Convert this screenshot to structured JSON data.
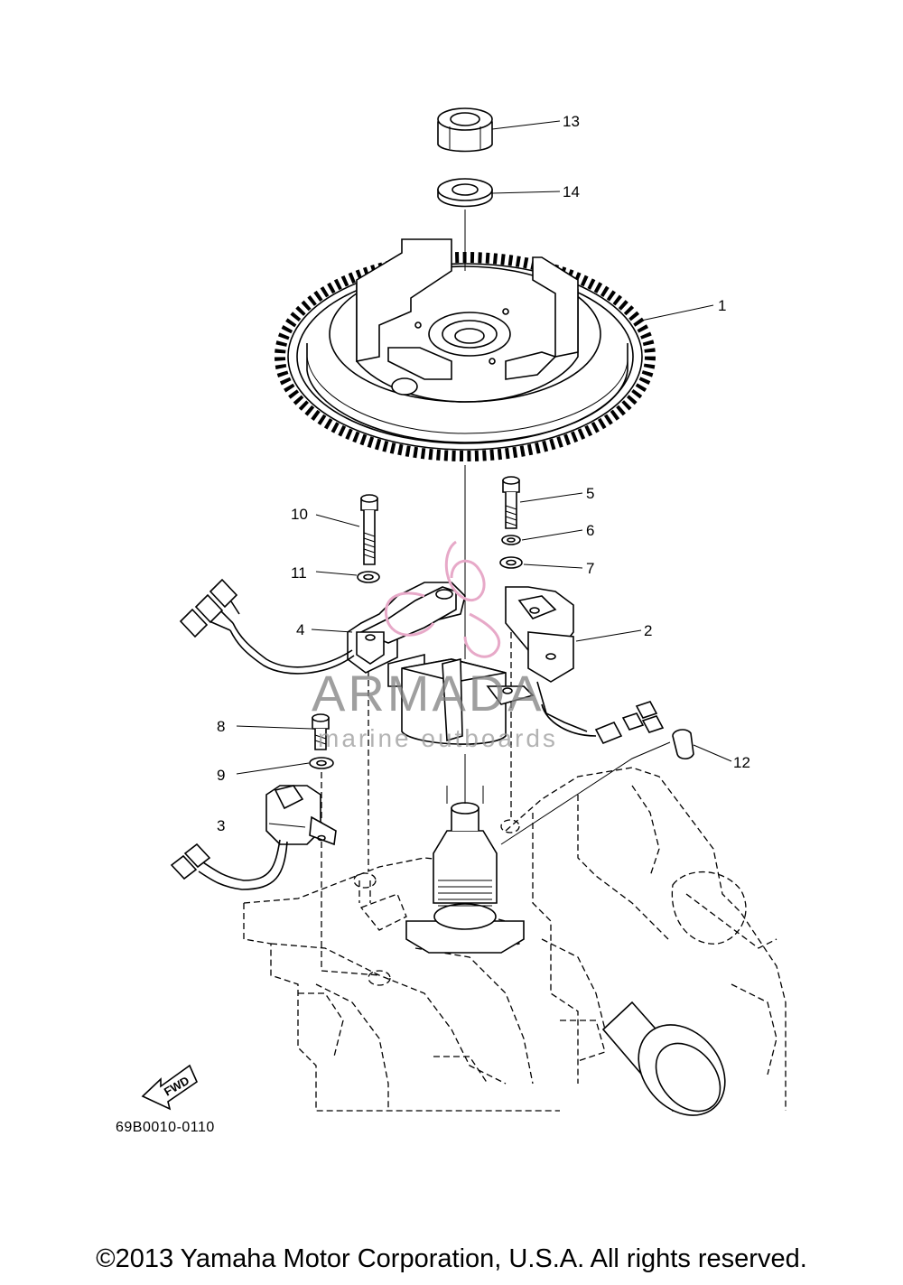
{
  "diagram": {
    "part_number": "69B0010-0110",
    "copyright": "©2013 Yamaha Motor Corporation, U.S.A. All rights reserved.",
    "direction_label": "FWD",
    "callouts": [
      {
        "id": "1",
        "label": "1"
      },
      {
        "id": "2",
        "label": "2"
      },
      {
        "id": "3",
        "label": "3"
      },
      {
        "id": "4",
        "label": "4"
      },
      {
        "id": "5",
        "label": "5"
      },
      {
        "id": "6",
        "label": "6"
      },
      {
        "id": "7",
        "label": "7"
      },
      {
        "id": "8",
        "label": "8"
      },
      {
        "id": "9",
        "label": "9"
      },
      {
        "id": "10",
        "label": "10"
      },
      {
        "id": "11",
        "label": "11"
      },
      {
        "id": "12",
        "label": "12"
      },
      {
        "id": "13",
        "label": "13"
      },
      {
        "id": "14",
        "label": "14"
      }
    ]
  },
  "watermark": {
    "title": "ARMADA",
    "subtitle": "marine outboards",
    "color": "#e7a9c8"
  }
}
